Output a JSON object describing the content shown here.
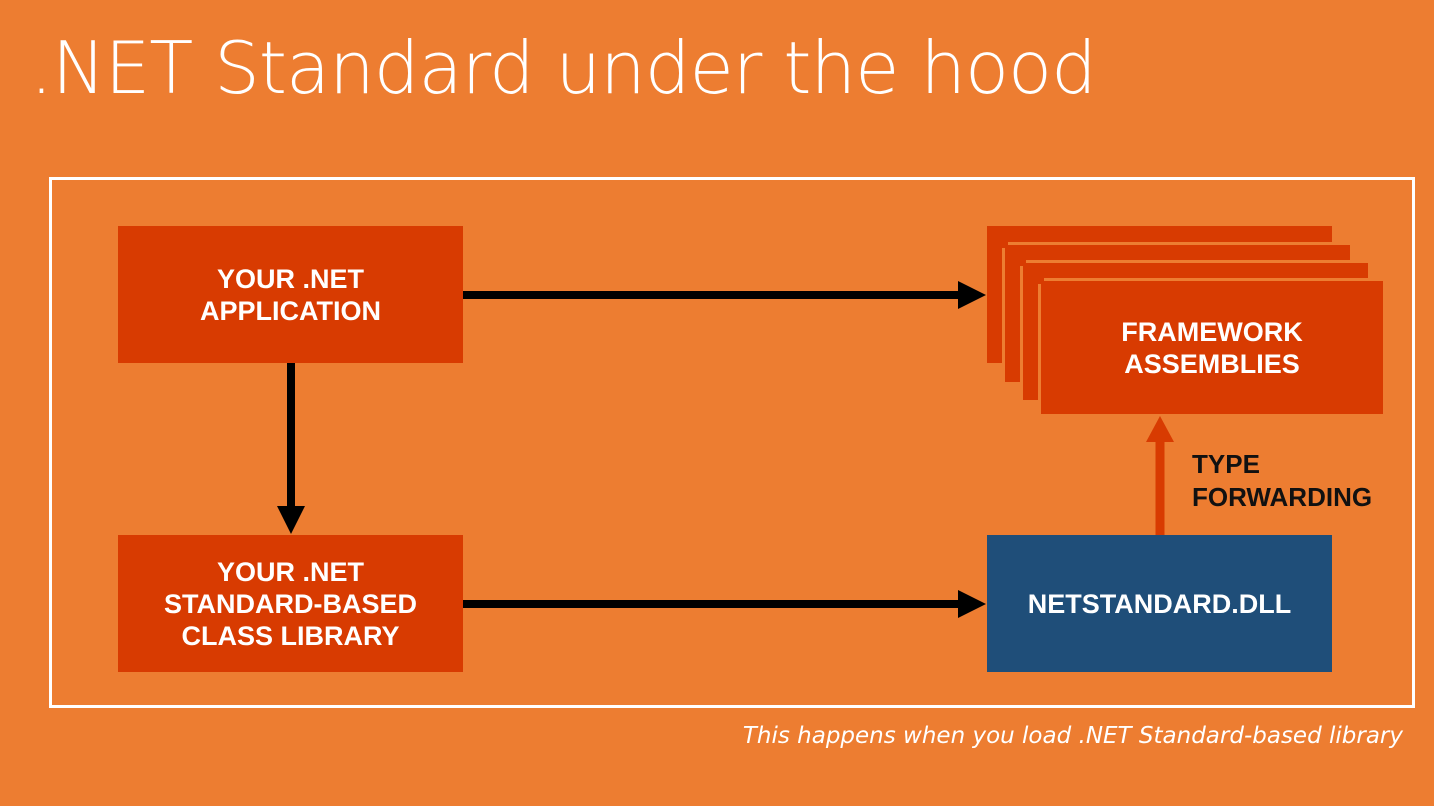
{
  "title": ".NET Standard under the hood",
  "diagram": {
    "app_box": {
      "line1": "YOUR .NET",
      "line2": "APPLICATION"
    },
    "library_box": {
      "line1": "YOUR .NET",
      "line2": "STANDARD-BASED",
      "line3": "CLASS LIBRARY"
    },
    "framework_box": {
      "line1": "FRAMEWORK",
      "line2": "ASSEMBLIES"
    },
    "netstandard_box": {
      "label": "NETSTANDARD.DLL"
    },
    "type_forwarding": {
      "line1": "TYPE",
      "line2": "FORWARDING"
    }
  },
  "caption": "This happens when you load .NET Standard-based library",
  "colors": {
    "background": "#ED7D31",
    "box": "#D83B01",
    "netstandard_box": "#1F4E79",
    "arrow": "#000000",
    "forward_arrow": "#D83B01",
    "text": "#FFFFFF"
  }
}
